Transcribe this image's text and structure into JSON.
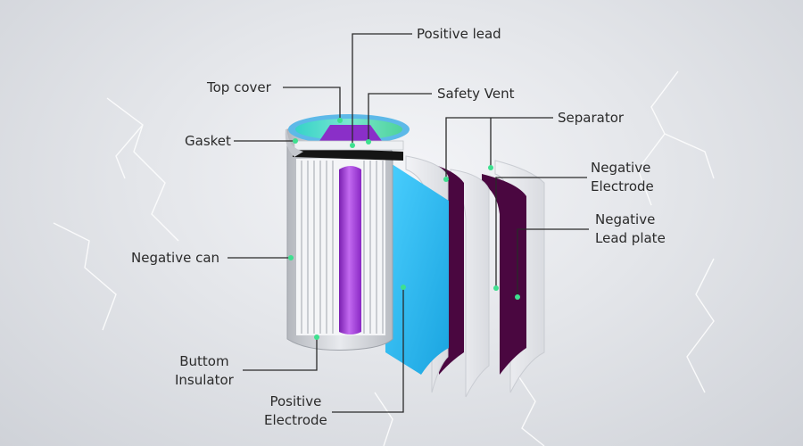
{
  "labels": {
    "positive_lead": "Positive lead",
    "top_cover": "Top cover",
    "safety_vent": "Safety Vent",
    "separator": "Separator",
    "gasket": "Gasket",
    "negative_electrode": [
      "Negative",
      "Electrode"
    ],
    "negative_lead_plate": [
      "Negative",
      "Lead plate"
    ],
    "negative_can": "Negative can",
    "bottom_insulator": [
      "Buttom",
      "Insulator"
    ],
    "positive_electrode": [
      "Positive",
      "Electrode"
    ]
  },
  "colors": {
    "marker": "#3ee08f",
    "leader_line": "#2a2a2a",
    "positive_electrode": "#29b8ee",
    "negative_electrode": "#4a0740",
    "core": "#9b2fd6",
    "top_ring": "#5db9e8"
  }
}
